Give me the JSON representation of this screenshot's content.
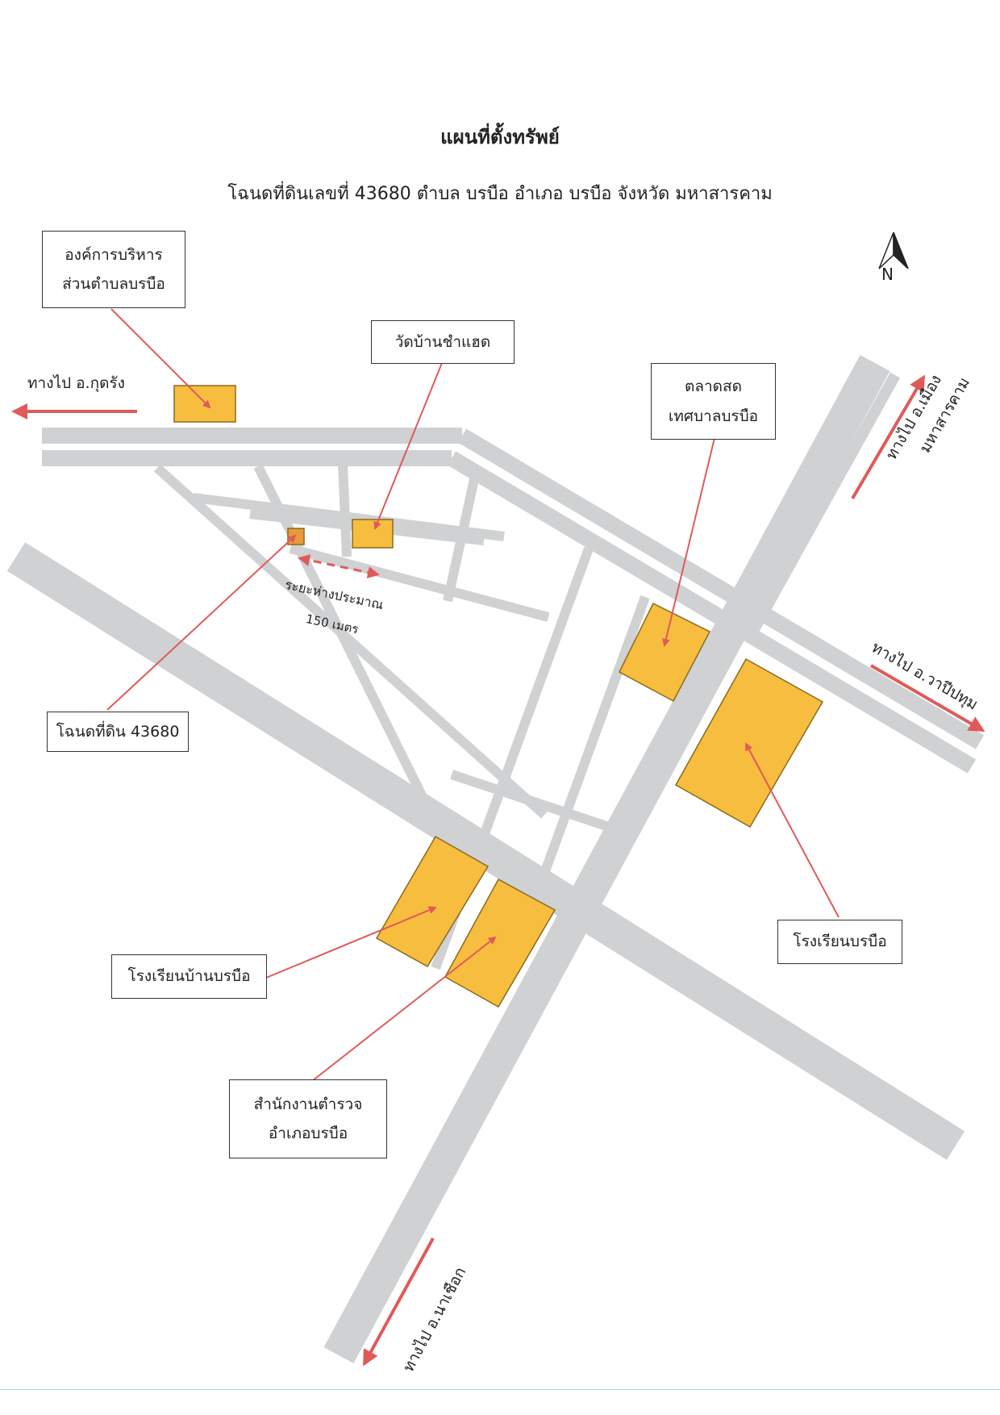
{
  "title": "แผนที่ตั้งทรัพย์",
  "subtitle": "โฉนดที่ดินเลขที่ 43680 ตำบล บรบือ อำเภอ บรบือ จังหวัด มหาสารคาม",
  "north": {
    "label": "N",
    "icon": "north-arrow-icon"
  },
  "landmarks": {
    "sao": [
      "องค์การบริหาร",
      "ส่วนตำบลบรบือ"
    ],
    "wat": "วัดบ้านชำแฮด",
    "market": [
      "ตลาดสด",
      "เทศบาลบรบือ"
    ],
    "parcel": "โฉนดที่ดิน 43680",
    "school_ban": "โรงเรียนบ้านบรบือ",
    "school_borabue": "โรงเรียนบรบือ",
    "police": [
      "สำนักงานตำรวจ",
      "อำเภอบรบือ"
    ]
  },
  "directions": {
    "kuchinarai": "ทางไป อ.กุดรัง",
    "mueang": [
      "ทางไป อ.เมือง",
      "มหาสารคาม"
    ],
    "wapi": "ทางไป อ.วาปีปทุม",
    "nachueak": "ทางไป อ.นาเชือก"
  },
  "distance": {
    "label": "ระยะห่างประมาณ",
    "value": "150 เมตร"
  },
  "colors": {
    "road": "#cfd1d3",
    "building": "#f7bd3f",
    "building_border": "#8a6a1e",
    "arrow": "#e05a5a",
    "parcel": "#e79b3b"
  }
}
